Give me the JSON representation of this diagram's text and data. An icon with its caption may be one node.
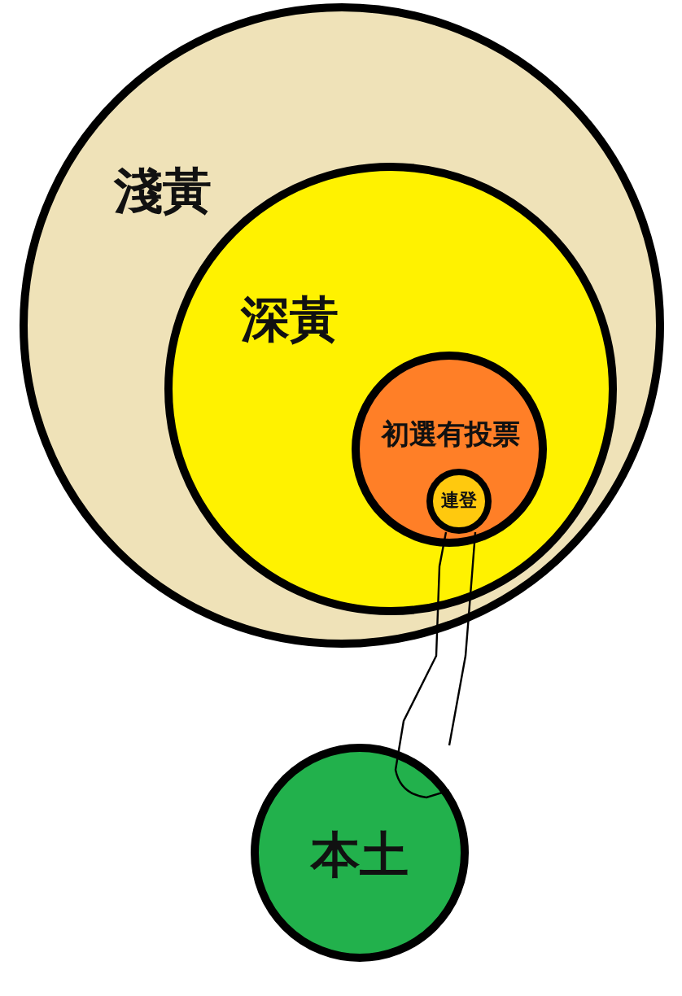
{
  "diagram": {
    "nodes": [
      {
        "text": [
          "淺黃"
        ]
      },
      {
        "text": [
          "深黃"
        ],
        "in": 0
      },
      {
        "text": [
          "初選有投票"
        ],
        "in": 1
      },
      {
        "text": [
          "連登"
        ],
        "in": 2
      },
      {
        "text": [
          "本土"
        ]
      }
    ],
    "edges": [
      {
        "from": 3,
        "to": 4,
        "arrow": "none"
      }
    ]
  }
}
